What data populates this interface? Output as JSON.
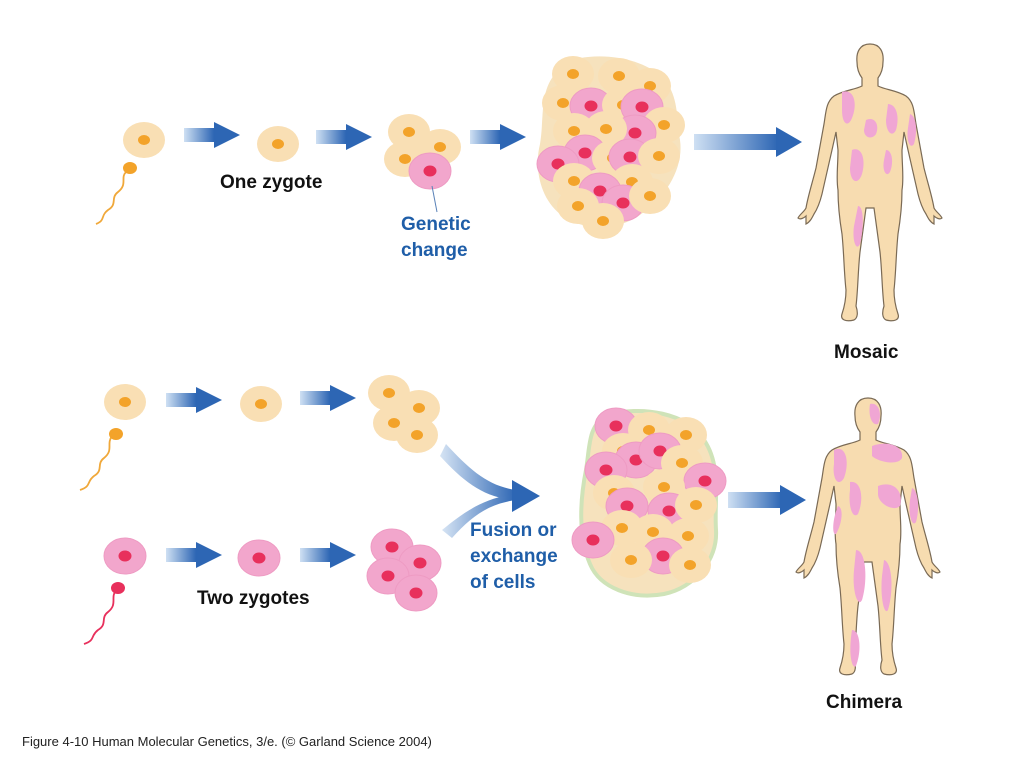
{
  "labels": {
    "one_zygote": "One zygote",
    "genetic_change_line1": "Genetic",
    "genetic_change_line2": "change",
    "mosaic": "Mosaic",
    "two_zygotes": "Two zygotes",
    "fusion_line1": "Fusion or",
    "fusion_line2": "exchange",
    "fusion_line3": "of cells",
    "chimera": "Chimera"
  },
  "caption": "Figure 4-10  Human Molecular Genetics, 3/e.  (© Garland Science 2004)",
  "colors": {
    "arrow": "#2d66b4",
    "normal_cell": "#f9dfb4",
    "normal_nucleus": "#f3a32a",
    "variant_cell": "#f2a6cc",
    "variant_nucleus": "#e8305c",
    "body": "#f7dcb0",
    "body_patch": "#f0a6d4",
    "label_blue": "#1f5ea8"
  }
}
